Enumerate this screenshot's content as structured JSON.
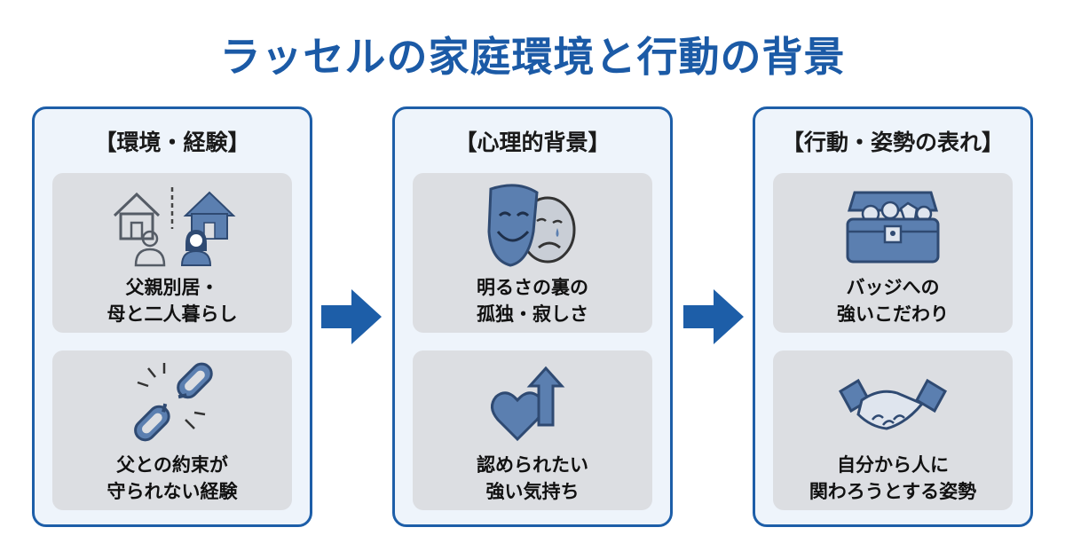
{
  "title": "ラッセルの家庭環境と行動の背景",
  "colors": {
    "accent": "#1b5aa6",
    "panel_border": "#1d5ea8",
    "panel_bg": "#eef4fb",
    "card_bg": "#dcdee2",
    "icon_fill": "#5b7fb0"
  },
  "panels": [
    {
      "heading": "【環境・経験】",
      "cards": [
        {
          "icon": "separated-houses-icon",
          "lines": [
            "父親別居・",
            "母と二人暮らし"
          ]
        },
        {
          "icon": "broken-chain-icon",
          "lines": [
            "父との約束が",
            "守られない経験"
          ]
        }
      ]
    },
    {
      "heading": "【心理的背景】",
      "cards": [
        {
          "icon": "theater-masks-icon",
          "lines": [
            "明るさの裏の",
            "孤独・寂しさ"
          ]
        },
        {
          "icon": "heart-arrow-up-icon",
          "lines": [
            "認められたい",
            "強い気持ち"
          ]
        }
      ]
    },
    {
      "heading": "【行動・姿勢の表れ】",
      "cards": [
        {
          "icon": "treasure-chest-badges-icon",
          "lines": [
            "バッジへの",
            "強いこだわり"
          ]
        },
        {
          "icon": "handshake-icon",
          "lines": [
            "自分から人に",
            "関わろうとする姿勢"
          ]
        }
      ]
    }
  ],
  "flow_arrows": [
    "arrow-right-icon",
    "arrow-right-icon"
  ]
}
